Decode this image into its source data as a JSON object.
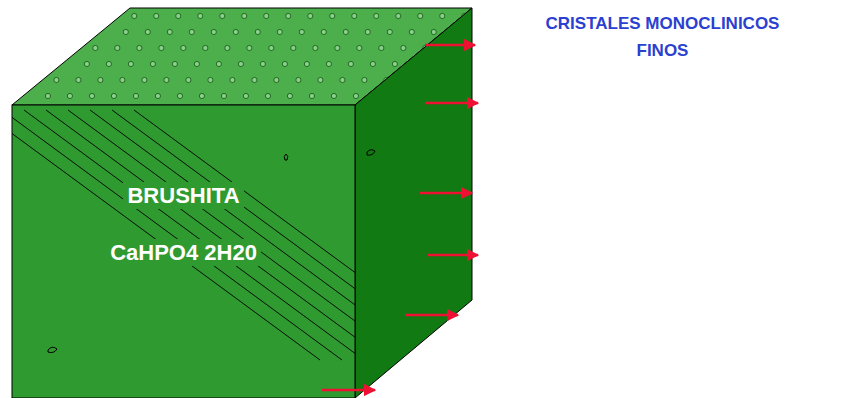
{
  "diagram": {
    "nodes": [
      {
        "text": [
          "BRUSHITA",
          "CaHPO4 2H20"
        ]
      }
    ],
    "labels": [
      "CRISTALES MONOCLINICOS FINOS"
    ]
  }
}
